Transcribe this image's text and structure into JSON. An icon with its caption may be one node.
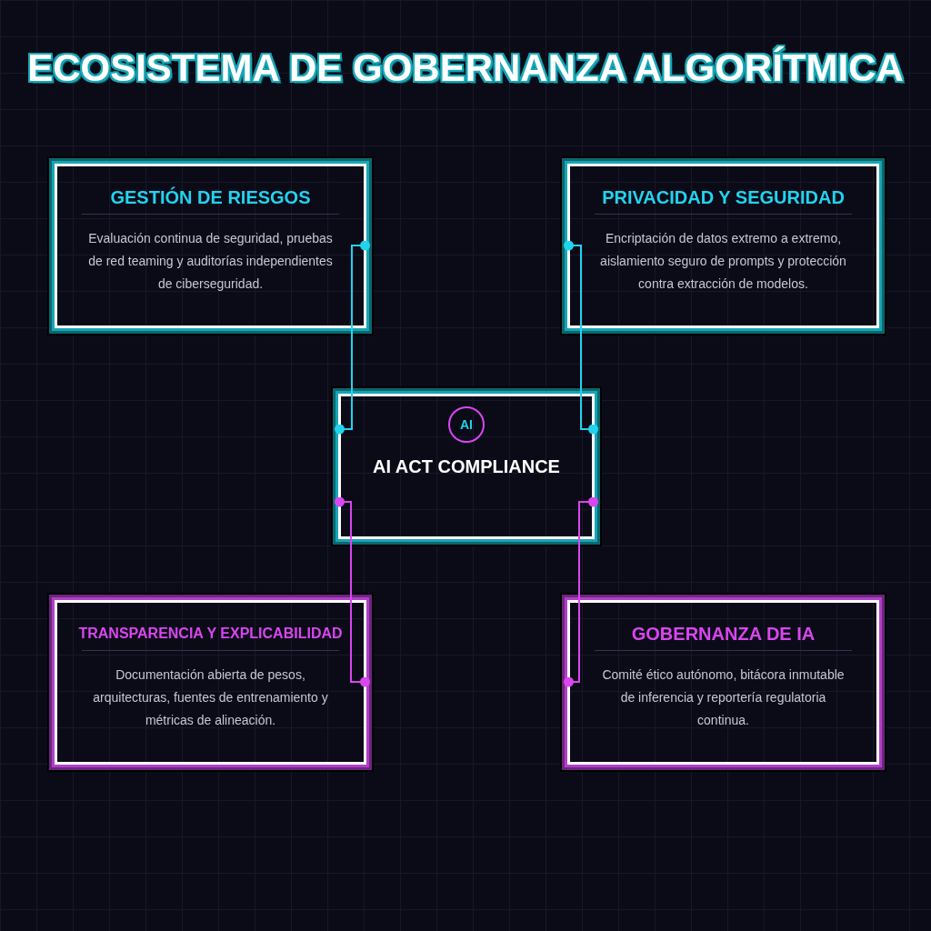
{
  "diagram": {
    "title": "ECOSISTEMA DE GOBERNANZA ALGORÍTMICA",
    "nodes": [
      {
        "text": [
          "GESTIÓN DE RIESGOS",
          "Evaluación continua de seguridad, pruebas de red teaming y auditorías independientes de ciberseguridad."
        ]
      },
      {
        "text": [
          "PRIVACIDAD Y SEGURIDAD",
          "Encriptación de datos extremo a extremo, aislamiento seguro de prompts y protección contra extracción de modelos."
        ]
      },
      {
        "text": [
          "AI ACT COMPLIANCE"
        ]
      },
      {
        "text": [
          "AI"
        ],
        "in": 2
      },
      {
        "text": [
          "TRANSPARENCIA Y EXPLICABILIDAD",
          "Documentación abierta de pesos, arquitecturas, fuentes de entrenamiento y métricas de alineación."
        ]
      },
      {
        "text": [
          "GOBERNANZA DE IA",
          "Comité ético autónomo, bitácora inmutable de inferencia y reportería regulatoria continua."
        ]
      }
    ],
    "edges": [
      {
        "from": 0,
        "to": 2,
        "arrow": "other",
        "color": "#22d3ee"
      },
      {
        "from": 1,
        "to": 2,
        "arrow": "other",
        "color": "#22d3ee"
      },
      {
        "from": 4,
        "to": 2,
        "arrow": "other",
        "color": "#d946ef"
      },
      {
        "from": 5,
        "to": 2,
        "arrow": "other",
        "color": "#d946ef"
      }
    ]
  }
}
